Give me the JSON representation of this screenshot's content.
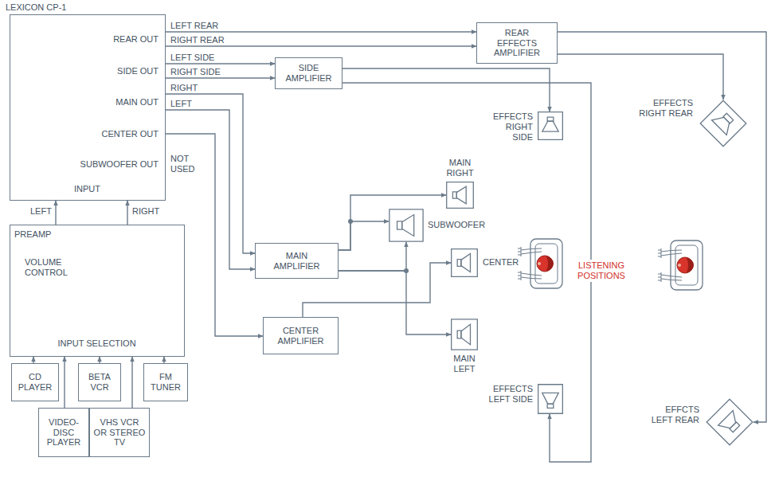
{
  "diagram": {
    "nodes": [
      {
        "text": [
          "LEXICON CP-1",
          "REAR OUT",
          "SIDE OUT",
          "MAIN OUT",
          "CENTER OUT",
          "SUBWOOFER OUT",
          "INPUT"
        ]
      },
      {
        "text": [
          "PREAMP",
          "VOLUME CONTROL",
          "INPUT SELECTION"
        ]
      },
      {
        "text": [
          "CD PLAYER"
        ]
      },
      {
        "text": [
          "BETA VCR"
        ]
      },
      {
        "text": [
          "FM TUNER"
        ]
      },
      {
        "text": [
          "VIDEO-DISC PLAYER"
        ]
      },
      {
        "text": [
          "VHS VCR OR STEREO TV"
        ]
      },
      {
        "text": [
          "REAR EFFECTS AMPLIFIER"
        ]
      },
      {
        "text": [
          "SIDE AMPLIFIER"
        ]
      },
      {
        "text": [
          "MAIN AMPLIFIER"
        ]
      },
      {
        "text": [
          "CENTER AMPLIFIER"
        ]
      },
      {
        "text": [
          "MAIN RIGHT"
        ]
      },
      {
        "text": [
          "SUBWOOFER"
        ]
      },
      {
        "text": [
          "CENTER"
        ]
      },
      {
        "text": [
          "MAIN LEFT"
        ]
      },
      {
        "text": [
          "EFFECTS RIGHT SIDE"
        ]
      },
      {
        "text": [
          "EFFECTS LEFT SIDE"
        ]
      },
      {
        "text": [
          "EFFECTS RIGHT REAR"
        ]
      },
      {
        "text": [
          "EFFCTS LEFT REAR"
        ]
      }
    ],
    "edges": [
      {
        "from": 1,
        "to": 0,
        "label": "LEFT",
        "arrow": "to"
      },
      {
        "from": 1,
        "to": 0,
        "label": "RIGHT",
        "arrow": "to"
      },
      {
        "from": 0,
        "to": 7,
        "label": "LEFT REAR",
        "arrow": "to"
      },
      {
        "from": 0,
        "to": 7,
        "label": "RIGHT REAR",
        "arrow": "to"
      },
      {
        "from": 0,
        "to": 8,
        "label": "LEFT SIDE",
        "arrow": "to"
      },
      {
        "from": 0,
        "to": 8,
        "label": "RIGHT SIDE",
        "arrow": "to"
      },
      {
        "from": 0,
        "to": 9,
        "label": "RIGHT",
        "arrow": "to"
      },
      {
        "from": 0,
        "to": 9,
        "label": "LEFT",
        "arrow": "to"
      },
      {
        "from": 0,
        "to": 10,
        "arrow": "to"
      },
      {
        "from": 2,
        "to": 1,
        "arrow": "to"
      },
      {
        "from": 3,
        "to": 1,
        "arrow": "to"
      },
      {
        "from": 4,
        "to": 1,
        "arrow": "to"
      },
      {
        "from": 5,
        "to": 1,
        "arrow": "to"
      },
      {
        "from": 6,
        "to": 1,
        "arrow": "to"
      },
      {
        "from": 7,
        "to": 17,
        "arrow": "to"
      },
      {
        "from": 7,
        "to": 18,
        "arrow": "to"
      },
      {
        "from": 8,
        "to": 15,
        "arrow": "to"
      },
      {
        "from": 8,
        "to": 16,
        "arrow": "to"
      },
      {
        "from": 9,
        "to": 11,
        "arrow": "to"
      },
      {
        "from": 9,
        "to": 12,
        "arrow": "to"
      },
      {
        "from": 9,
        "to": 12,
        "arrow": "to"
      },
      {
        "from": 9,
        "to": 14,
        "arrow": "to"
      },
      {
        "from": 10,
        "to": 13,
        "arrow": "to"
      }
    ],
    "labels": [
      "NOT USED",
      "LISTENING POSITIONS"
    ]
  }
}
